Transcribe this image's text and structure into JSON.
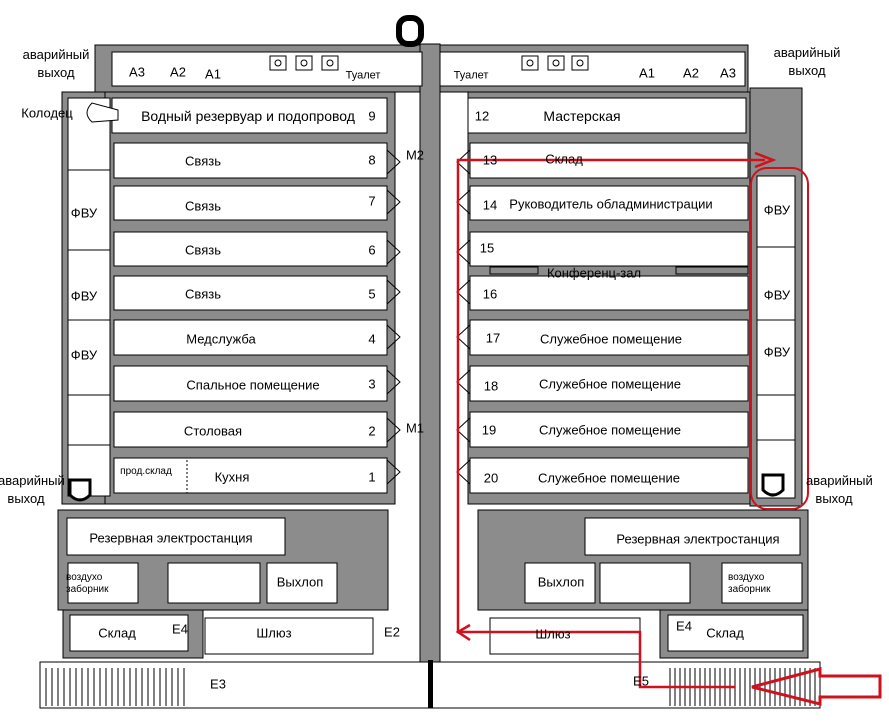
{
  "labels": {
    "emergency_exit": "аварийный выход",
    "well": "Колодец",
    "toilet": "Туалет",
    "fvu": "ФВУ",
    "a1": "А1",
    "a2": "А2",
    "a3": "А3",
    "m1": "М1",
    "m2": "М2",
    "e2": "Е2",
    "e3": "Е3",
    "e4": "Е4",
    "e5": "Е5",
    "food_store": "прод.склад",
    "reserve_power": "Резервная электростанция",
    "air_intake": "воздухо заборник",
    "exhaust": "Выхлоп",
    "storage": "Склад",
    "airlock": "Шлюз"
  },
  "rooms": [
    {
      "number": "1",
      "name": "Кухня"
    },
    {
      "number": "2",
      "name": "Столовая"
    },
    {
      "number": "3",
      "name": "Спальное помещение"
    },
    {
      "number": "4",
      "name": "Медслужба"
    },
    {
      "number": "5",
      "name": "Связь"
    },
    {
      "number": "6",
      "name": "Связь"
    },
    {
      "number": "7",
      "name": "Связь"
    },
    {
      "number": "8",
      "name": "Связь"
    },
    {
      "number": "9",
      "name": "Водный резервуар и подопровод"
    },
    {
      "number": "12",
      "name": "Мастерская"
    },
    {
      "number": "13",
      "name": "Склад"
    },
    {
      "number": "14",
      "name": "Руководитель обладминистрации"
    },
    {
      "number": "15",
      "name": "Конференц-зал"
    },
    {
      "number": "16",
      "name": ""
    },
    {
      "number": "17",
      "name": "Служебное помещение"
    },
    {
      "number": "18",
      "name": "Служебное помещение"
    },
    {
      "number": "19",
      "name": "Служебное помещение"
    },
    {
      "number": "20",
      "name": "Служебное помещение"
    }
  ],
  "colors": {
    "wall": "#8c8c8c",
    "outline": "#000000",
    "route": "#d0111b"
  }
}
